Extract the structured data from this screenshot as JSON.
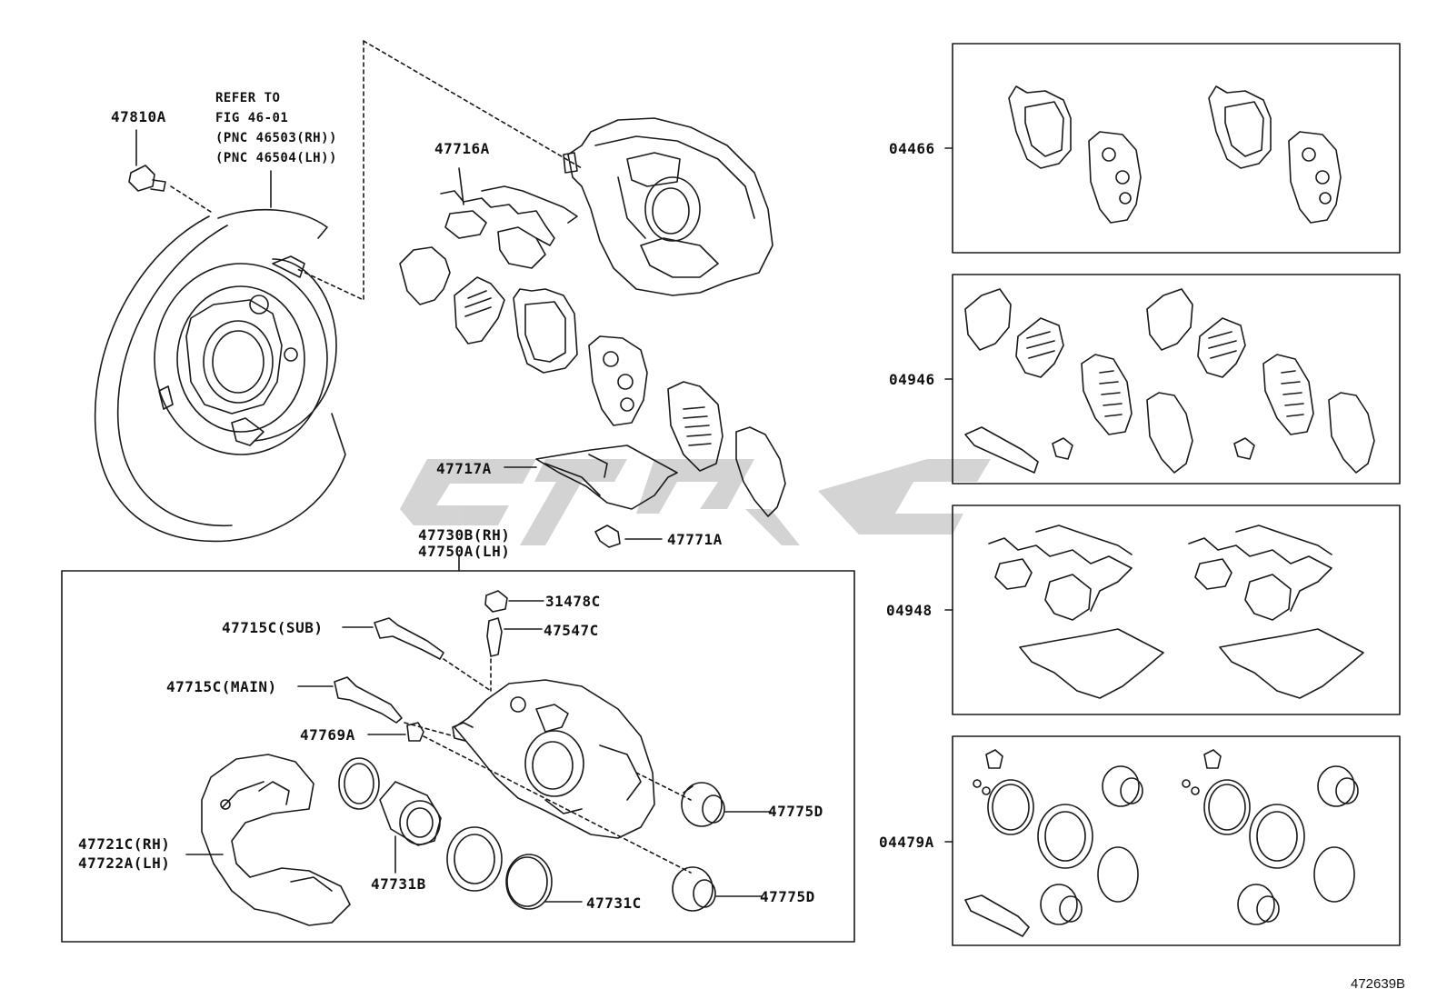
{
  "labels": {
    "p47810A": "47810A",
    "ref1": "REFER TO",
    "ref2": "FIG 46-01",
    "ref3": "(PNC 46503(RH))",
    "ref4": "(PNC 46504(LH))",
    "p47716A": "47716A",
    "p47717A": "47717A",
    "p47771A": "47771A",
    "p47730B": "47730B(RH)",
    "p47750A": "47750A(LH)",
    "p31478C": "31478C",
    "p47547C": "47547C",
    "p47715Csub": "47715C(SUB)",
    "p47715Cmain": "47715C(MAIN)",
    "p47769A": "47769A",
    "p47775D1": "47775D",
    "p47775D2": "47775D",
    "p47721C": "47721C(RH)",
    "p47722A": "47722A(LH)",
    "p47731B": "47731B",
    "p47731C": "47731C",
    "k04466": "04466",
    "k04946": "04946",
    "k04948": "04948",
    "k04479A": "04479A"
  },
  "figure_id": "472639B",
  "colors": {
    "line": "#1a1a1a",
    "watermark": "#cfcfcf"
  },
  "icons": [
    "backing-plate",
    "caliper",
    "brake-pad",
    "shim",
    "clip",
    "piston",
    "seal",
    "boot",
    "bolt",
    "bleeder",
    "grease-tube"
  ]
}
